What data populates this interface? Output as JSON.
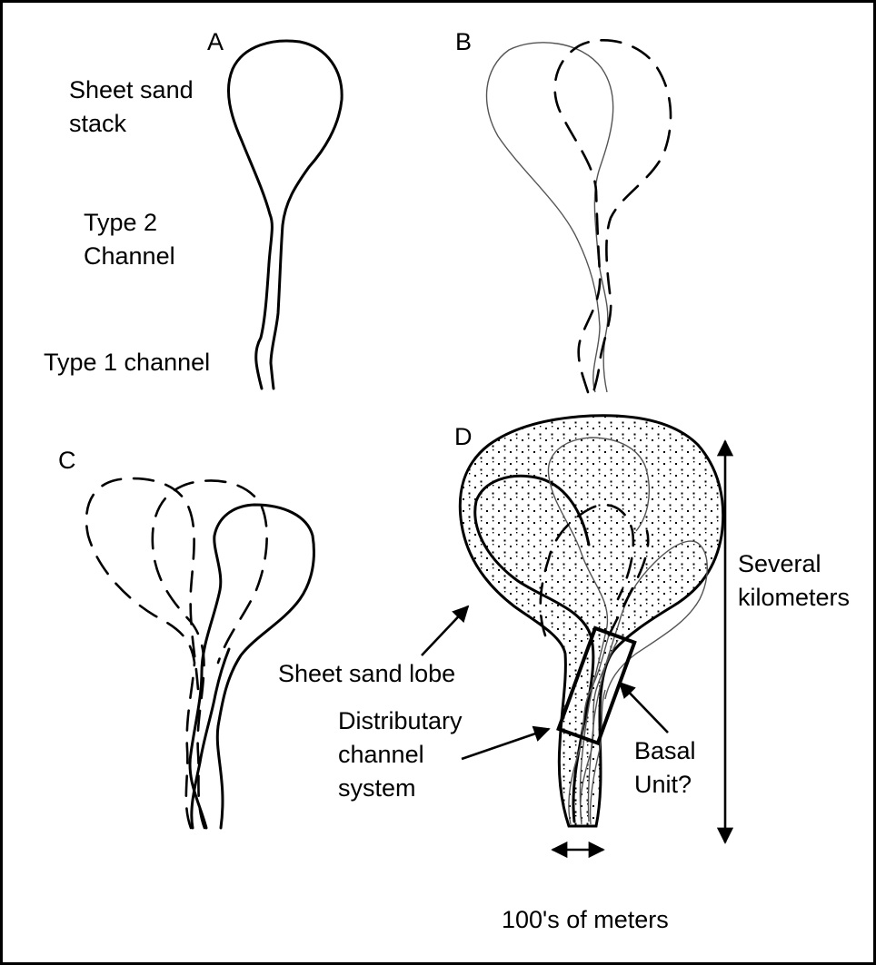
{
  "panels": {
    "a": {
      "letter": "A",
      "sheet_label_line1": "Sheet sand",
      "sheet_label_line2": "stack",
      "type2_line1": "Type 2",
      "type2_line2": "Channel",
      "type1_label": "Type 1 channel"
    },
    "b": {
      "letter": "B"
    },
    "c": {
      "letter": "C"
    },
    "d": {
      "letter": "D",
      "lobe_label": "Sheet sand lobe",
      "distributary_line1": "Distributary",
      "distributary_line2": "channel",
      "distributary_line3": "system",
      "basal_line1": "Basal",
      "basal_line2": "Unit?",
      "scale_vertical_line1": "Several",
      "scale_vertical_line2": "kilometers",
      "scale_horizontal": "100's of meters"
    }
  }
}
